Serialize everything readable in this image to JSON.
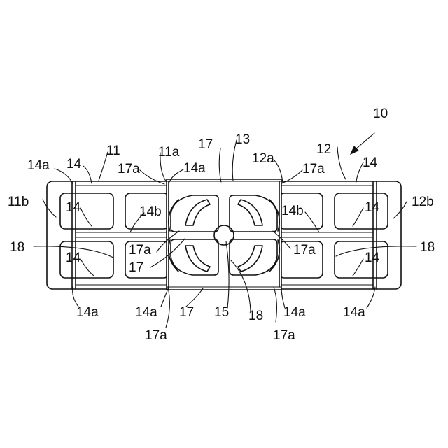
{
  "figure": {
    "ref_main": "10",
    "ref_block_left": "11",
    "ref_block_left_a": "11a",
    "ref_block_left_b": "11b",
    "ref_block_right": "12",
    "ref_block_right_a": "12a",
    "ref_block_right_b": "12b",
    "ref_center": "13",
    "ref_cell": "14",
    "ref_cell_a": "14a",
    "ref_cell_b": "14b",
    "ref_hole": "15",
    "ref_spring": "17",
    "ref_spring_a": "17a",
    "ref_arc": "18"
  }
}
